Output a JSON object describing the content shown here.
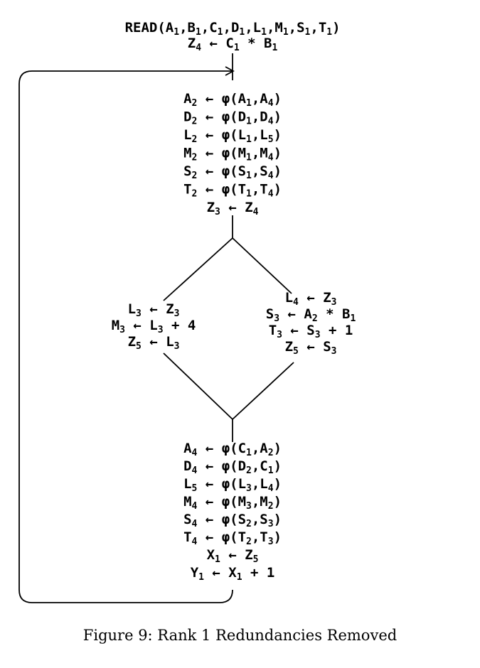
{
  "figure": {
    "caption": "Figure 9: Rank 1 Redundancies Removed"
  },
  "blocks": [
    {
      "id": "entry",
      "lines": [
        "READ(A_1,B_1,C_1,D_1,L_1,M_1,S_1,T_1)",
        "Z_4 ← C_1 * B_1"
      ]
    },
    {
      "id": "loop-header",
      "lines": [
        "A_2 ← φ(A_1,A_4)",
        "D_2 ← φ(D_1,D_4)",
        "L_2 ← φ(L_1,L_5)",
        "M_2 ← φ(M_1,M_4)",
        "S_2 ← φ(S_1,S_4)",
        "T_2 ← φ(T_1,T_4)",
        "Z_3 ← Z_4"
      ]
    },
    {
      "id": "left-branch",
      "lines": [
        "L_3 ← Z_3",
        "M_3 ← L_3 + 4",
        "Z_5 ← L_3"
      ]
    },
    {
      "id": "right-branch",
      "lines": [
        "L_4 ← Z_3",
        "S_3 ← A_2 * B_1",
        "T_3 ← S_3 + 1",
        "Z_5 ← S_3"
      ]
    },
    {
      "id": "join",
      "lines": [
        "A_4 ← φ(C_1,A_2)",
        "D_4 ← φ(D_2,C_1)",
        "L_5 ← φ(L_3,L_4)",
        "M_4 ← φ(M_3,M_2)",
        "S_4 ← φ(S_2,S_3)",
        "T_4 ← φ(T_2,T_3)",
        "X_1 ← Z_5",
        "Y_1 ← X_1 + 1"
      ]
    }
  ]
}
